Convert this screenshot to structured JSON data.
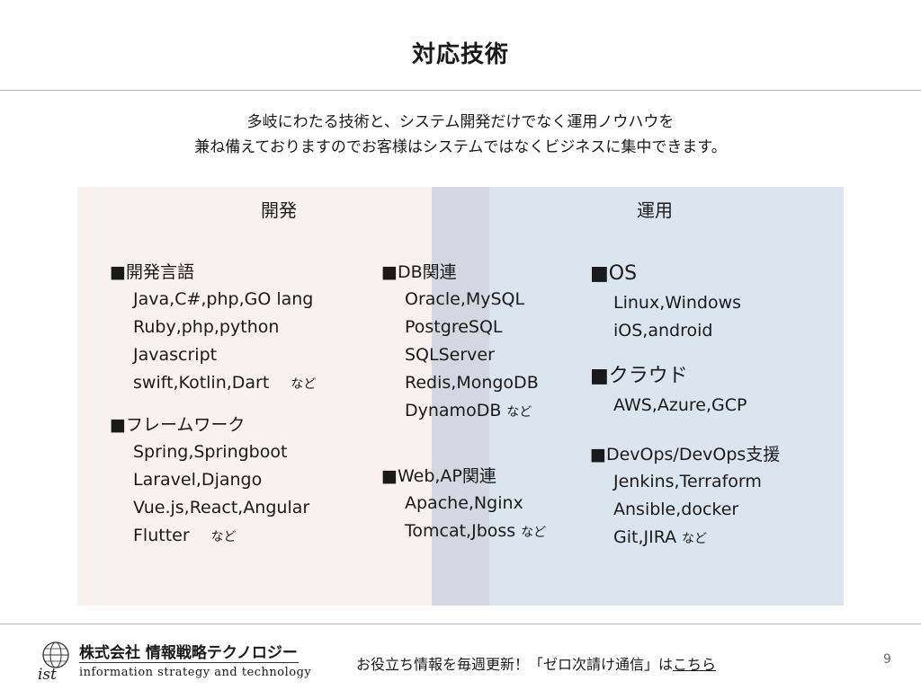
{
  "title": "対応技術",
  "intro": {
    "line1": "多岐にわたる技術と、システム開発だけでなく運用ノウハウを",
    "line2": "兼ね備えておりますのでお客様はシステムではなくビジネスに集中できます。"
  },
  "panels": {
    "dev_label": "開発",
    "ops_label": "運用"
  },
  "colors": {
    "dev_bg": "#f8f1f0",
    "ops_bg": "#dbe5f0",
    "overlap_bg": "#d5d6e2"
  },
  "groups": {
    "languages": {
      "title": "■開発言語",
      "items": [
        "Java,C#,php,GO lang",
        "Ruby,php,python",
        "Javascript",
        "swift,Kotlin,Dart"
      ],
      "suffix": "など"
    },
    "frameworks": {
      "title": "■フレームワーク",
      "items": [
        "Spring,Springboot",
        "Laravel,Django",
        "Vue.js,React,Angular",
        "Flutter"
      ],
      "suffix": "など"
    },
    "db": {
      "title": "■DB関連",
      "items": [
        "Oracle,MySQL",
        "PostgreSQL",
        "SQLServer",
        "Redis,MongoDB",
        "DynamoDB"
      ],
      "suffix": "など"
    },
    "web": {
      "title": "■Web,AP関連",
      "items": [
        "Apache,Nginx",
        "Tomcat,Jboss"
      ],
      "suffix": "など"
    },
    "os": {
      "title": "■OS",
      "items": [
        "Linux,Windows",
        "iOS,android"
      ]
    },
    "cloud": {
      "title": "■クラウド",
      "items": [
        "AWS,Azure,GCP"
      ]
    },
    "devops": {
      "title": "■DevOps/DevOps支援",
      "items": [
        "Jenkins,Terraform",
        "Ansible,docker",
        "Git,JIRA"
      ],
      "suffix": "など"
    }
  },
  "footer": {
    "company_jp": "株式会社 情報戦略テクノロジー",
    "company_en": "information strategy and technology",
    "logo_text": "ist",
    "text": "お役立ち情報を毎週更新！「ゼロ次請け通信」は",
    "link": "こちら",
    "page_number": "9"
  }
}
